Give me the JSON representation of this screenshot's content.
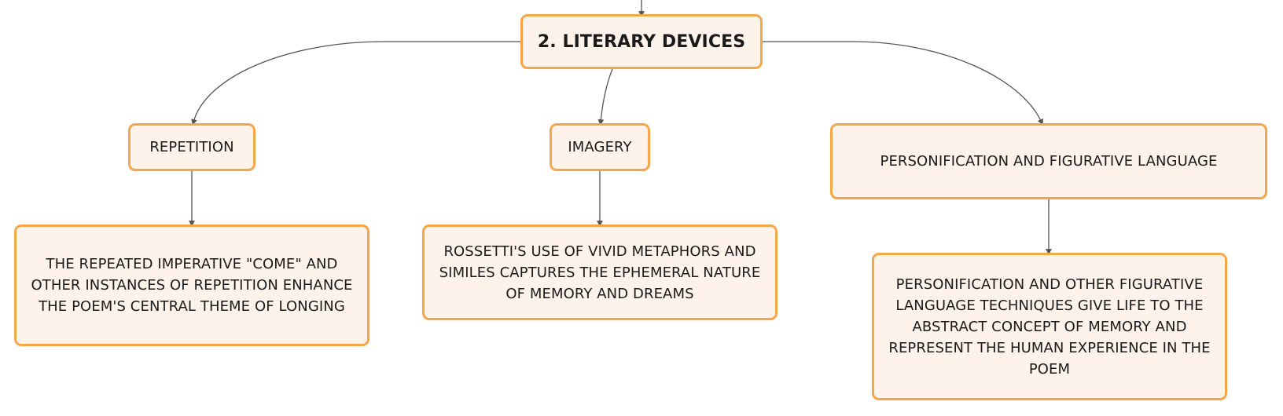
{
  "diagram": {
    "central": {
      "label": "2. LITERARY DEVICES"
    },
    "branches": [
      {
        "label": "REPETITION",
        "detail": "THE REPEATED IMPERATIVE \"COME\" AND OTHER INSTANCES OF REPETITION ENHANCE THE POEM'S CENTRAL THEME OF LONGING"
      },
      {
        "label": "IMAGERY",
        "detail": "ROSSETTI'S USE OF VIVID METAPHORS AND SIMILES CAPTURES THE EPHEMERAL NATURE OF MEMORY AND DREAMS"
      },
      {
        "label": "PERSONIFICATION AND FIGURATIVE LANGUAGE",
        "detail": "PERSONIFICATION AND OTHER FIGURATIVE LANGUAGE TECHNIQUES GIVE LIFE TO THE ABSTRACT CONCEPT OF MEMORY AND REPRESENT THE HUMAN EXPERIENCE IN THE POEM"
      }
    ]
  },
  "colors": {
    "node_border": "#f4a74a",
    "node_fill": "#fdf3ea",
    "connector": "#555555"
  }
}
